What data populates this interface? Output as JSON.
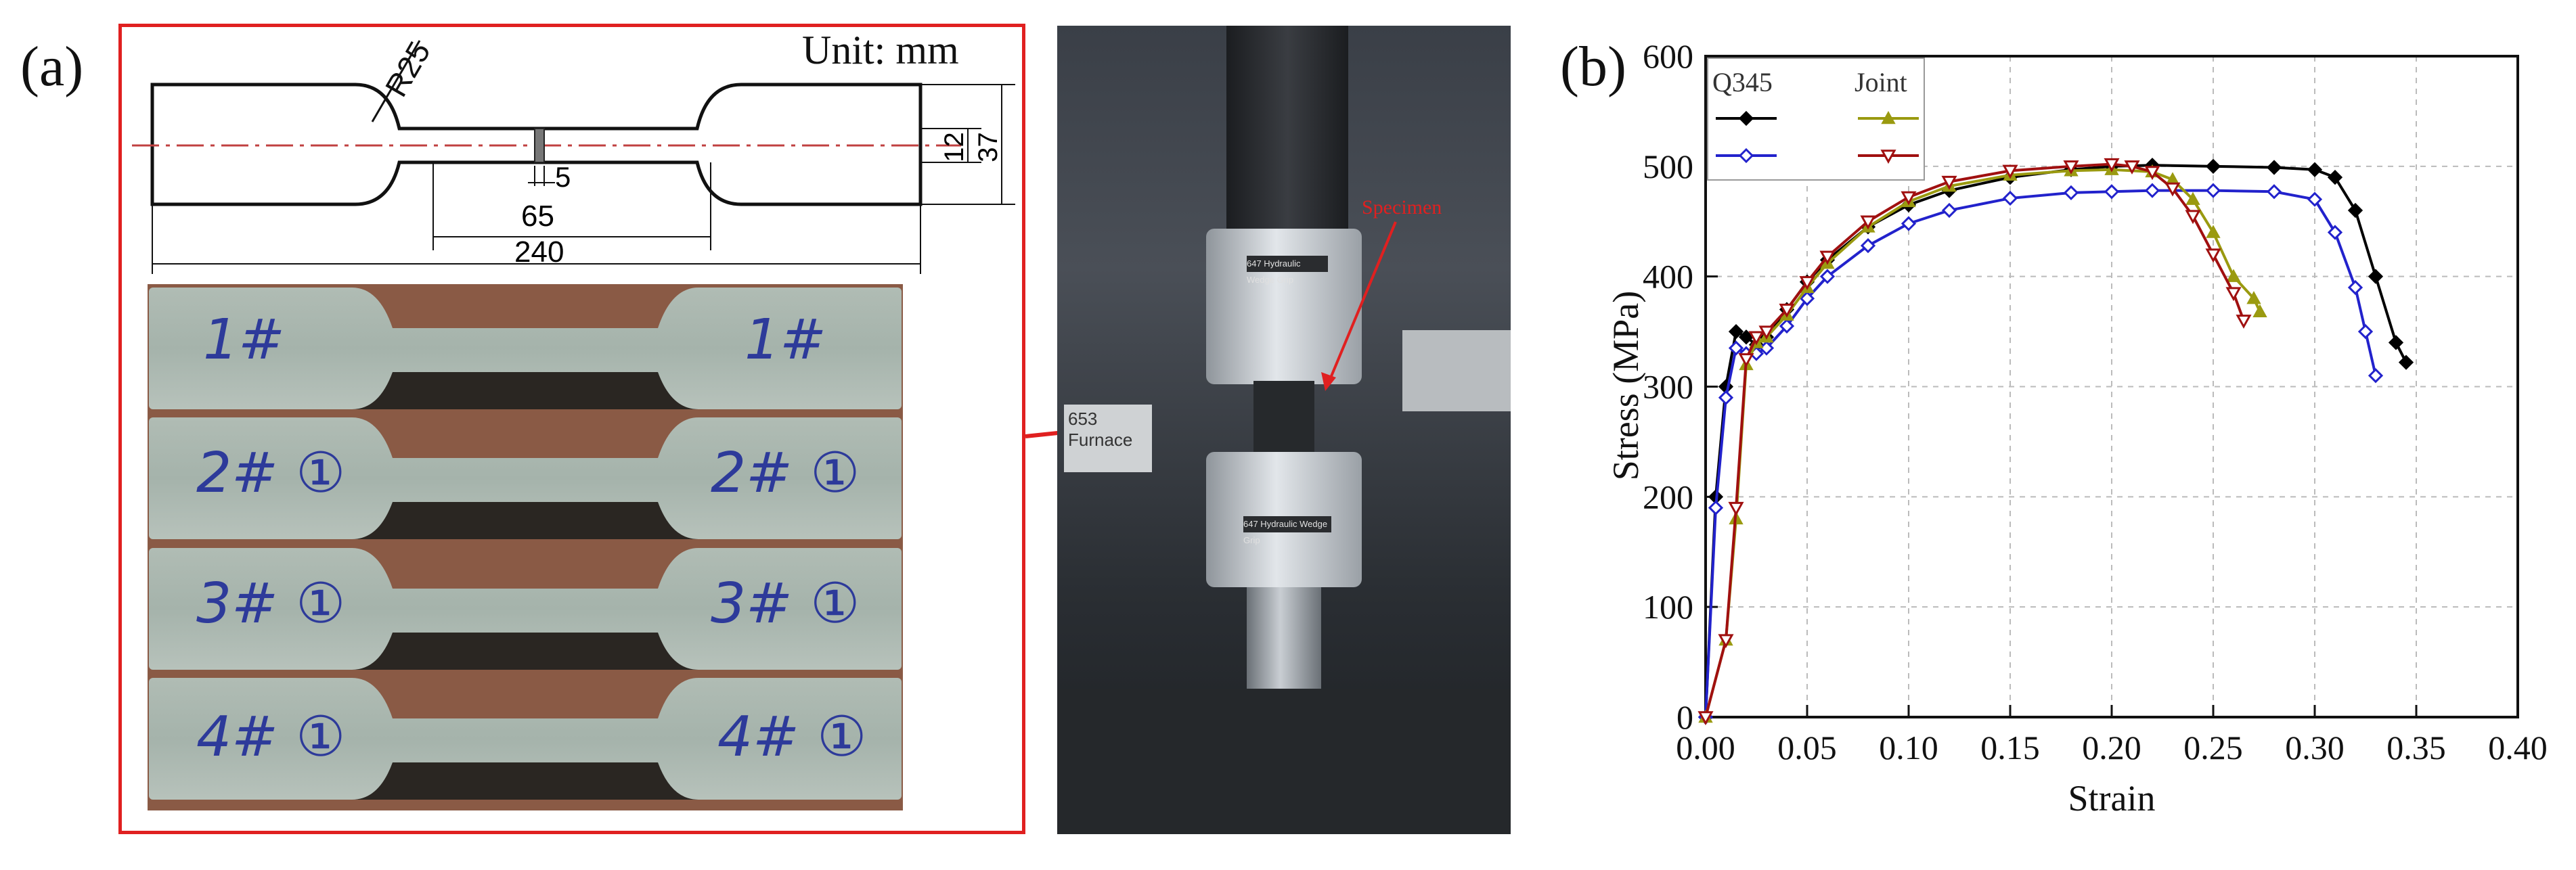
{
  "panel_a": {
    "label": "(a)",
    "drawing": {
      "unit_label": "Unit: mm",
      "radius_label": "R25",
      "dims": {
        "width_12": "12",
        "width_37": "37",
        "gap_5": "5",
        "length_65": "65",
        "length_240": "240"
      }
    },
    "specimens": [
      {
        "left": "1#",
        "right": "1#"
      },
      {
        "left": "2# ①",
        "right": "2# ①"
      },
      {
        "left": "3# ①",
        "right": "3# ①"
      },
      {
        "left": "4# ①",
        "right": "4# ①"
      }
    ],
    "machine_photo": {
      "specimen_label": "Specimen",
      "plate_text": "647 Hydraulic Wedge Grip",
      "furnace_text": "653 Furnace",
      "accent_color": "#e02020"
    }
  },
  "panel_b": {
    "label": "(b)"
  },
  "chart_data": {
    "type": "line",
    "xlabel": "Strain",
    "ylabel": "Stress (MPa)",
    "xlim": [
      0,
      0.4
    ],
    "ylim": [
      0,
      600
    ],
    "x_ticks": [
      "0.00",
      "0.05",
      "0.10",
      "0.15",
      "0.20",
      "0.25",
      "0.30",
      "0.35",
      "0.40"
    ],
    "y_ticks": [
      "0",
      "100",
      "200",
      "300",
      "400",
      "500",
      "600"
    ],
    "grid": true,
    "legend": {
      "placement": "top-left",
      "headers": [
        "Q345",
        "Joint"
      ]
    },
    "series": [
      {
        "color": "#000000",
        "marker": "diamond-filled",
        "x": [
          0,
          0.005,
          0.01,
          0.015,
          0.02,
          0.025,
          0.03,
          0.04,
          0.05,
          0.06,
          0.08,
          0.1,
          0.12,
          0.15,
          0.18,
          0.2,
          0.22,
          0.25,
          0.28,
          0.3,
          0.31,
          0.32,
          0.33,
          0.34,
          0.345
        ],
        "y": [
          0,
          200,
          300,
          350,
          345,
          338,
          345,
          370,
          395,
          415,
          445,
          465,
          478,
          490,
          497,
          500,
          501,
          500,
          499,
          497,
          490,
          460,
          400,
          340,
          322
        ]
      },
      {
        "color": "#2222cc",
        "marker": "diamond-open",
        "x": [
          0,
          0.005,
          0.01,
          0.015,
          0.02,
          0.025,
          0.03,
          0.04,
          0.05,
          0.06,
          0.08,
          0.1,
          0.12,
          0.15,
          0.18,
          0.2,
          0.22,
          0.25,
          0.28,
          0.3,
          0.31,
          0.32,
          0.325,
          0.33
        ],
        "y": [
          0,
          190,
          290,
          335,
          330,
          330,
          335,
          355,
          380,
          400,
          428,
          448,
          460,
          471,
          476,
          477,
          478,
          478,
          477,
          470,
          440,
          390,
          350,
          310
        ]
      },
      {
        "color": "#9a9a10",
        "marker": "triangle-up",
        "x": [
          0,
          0.01,
          0.015,
          0.02,
          0.025,
          0.03,
          0.04,
          0.05,
          0.06,
          0.08,
          0.1,
          0.12,
          0.15,
          0.18,
          0.2,
          0.22,
          0.23,
          0.24,
          0.25,
          0.26,
          0.27,
          0.273
        ],
        "y": [
          0,
          70,
          180,
          320,
          340,
          345,
          365,
          390,
          412,
          445,
          468,
          482,
          492,
          496,
          497,
          495,
          488,
          470,
          440,
          400,
          380,
          368
        ]
      },
      {
        "color": "#a01010",
        "marker": "triangle-down",
        "x": [
          0,
          0.01,
          0.015,
          0.02,
          0.025,
          0.03,
          0.04,
          0.05,
          0.06,
          0.08,
          0.1,
          0.12,
          0.15,
          0.18,
          0.2,
          0.21,
          0.22,
          0.23,
          0.24,
          0.25,
          0.26,
          0.265
        ],
        "y": [
          0,
          70,
          190,
          325,
          345,
          350,
          370,
          395,
          418,
          450,
          472,
          486,
          496,
          500,
          502,
          500,
          495,
          480,
          455,
          420,
          385,
          360
        ]
      }
    ]
  }
}
